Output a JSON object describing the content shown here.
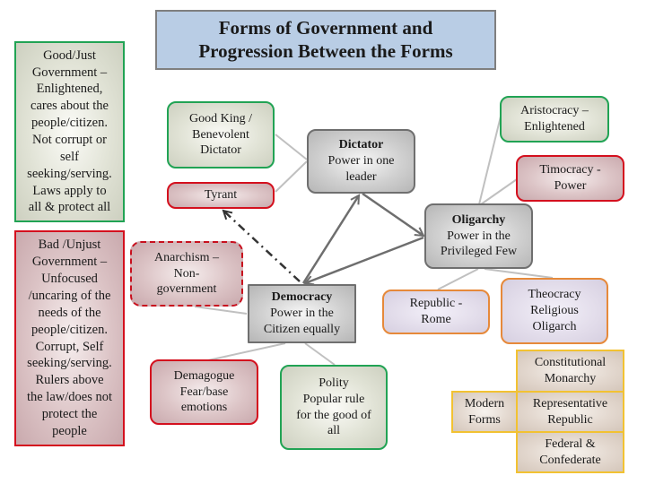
{
  "title": {
    "line1": "Forms of Government and",
    "line2": "Progression Between the Forms"
  },
  "legend": {
    "good": {
      "lines": [
        "Good/Just",
        "Government –",
        "Enlightened,",
        "cares about the",
        "people/citizen.",
        "Not corrupt or",
        "self",
        "seeking/serving.",
        "Laws apply to",
        "all & protect all"
      ]
    },
    "bad": {
      "lines": [
        "Bad /Unjust",
        "Government –",
        "Unfocused",
        "/uncaring of the",
        "needs of the",
        "people/citizen.",
        "Corrupt, Self",
        "seeking/serving.",
        "Rulers above",
        "the law/does not",
        "protect the",
        "people"
      ]
    }
  },
  "nodes": {
    "good_king": {
      "lines": [
        "Good King /",
        "Benevolent",
        "Dictator"
      ]
    },
    "tyrant": {
      "lines": [
        "Tyrant"
      ]
    },
    "dictator": {
      "heading": "Dictator",
      "lines": [
        "Power in one",
        "leader"
      ]
    },
    "aristocracy": {
      "lines": [
        "Aristocracy –",
        "Enlightened"
      ]
    },
    "timocracy": {
      "lines": [
        "Timocracy -",
        "Power"
      ]
    },
    "oligarchy": {
      "heading": "Oligarchy",
      "lines": [
        "Power in the",
        "Privileged Few"
      ]
    },
    "anarchism": {
      "lines": [
        "Anarchism –",
        "Non-",
        "government"
      ]
    },
    "democracy": {
      "heading": "Democracy",
      "lines": [
        "Power in the",
        "Citizen equally"
      ]
    },
    "republic_rome": {
      "lines": [
        "Republic -",
        "Rome"
      ]
    },
    "theocracy": {
      "lines": [
        "Theocracy",
        "Religious",
        "Oligarch"
      ]
    },
    "demagogue": {
      "lines": [
        "Demagogue",
        "Fear/base",
        "emotions"
      ]
    },
    "polity": {
      "lines": [
        "Polity",
        "Popular rule",
        "for the good of",
        "all"
      ]
    }
  },
  "modern": {
    "label": {
      "lines": [
        "Modern",
        "Forms"
      ]
    },
    "items": [
      {
        "lines": [
          "Constitutional",
          "Monarchy"
        ]
      },
      {
        "lines": [
          "Representative",
          "Republic"
        ]
      },
      {
        "lines": [
          "Federal &",
          "Confederate"
        ]
      }
    ]
  },
  "colors": {
    "good_border": "#21a354",
    "bad_border": "#d4101e",
    "neutral_border": "#6f6f6f",
    "republic_border": "#e6893a",
    "modern_border": "#f2c232",
    "title_fill": "#b9cde5",
    "connector": "#b8b8b8",
    "arrow": "#6e6e6e"
  }
}
